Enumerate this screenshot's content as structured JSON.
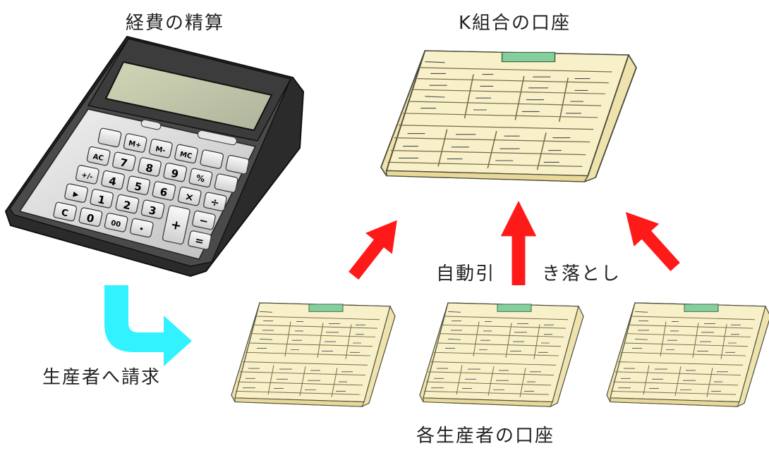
{
  "labels": {
    "calculator_title": "経費の精算",
    "k_union_account": "K組合の口座",
    "auto_debit_part1": "自動引",
    "auto_debit_part2": "き落とし",
    "bill_producers": "生産者へ請求",
    "producer_accounts": "各生産者の口座"
  },
  "calculator": {
    "keys": {
      "m_plus": "M+",
      "m_minus": "M-",
      "mc": "MC",
      "ac": "AC",
      "k7": "7",
      "k8": "8",
      "k9": "9",
      "k4": "4",
      "k5": "5",
      "k6": "6",
      "k1": "1",
      "k2": "2",
      "k3": "3",
      "k0": "0",
      "k00": "00",
      "c": "C",
      "pm": "+/-",
      "play": "▶",
      "pct": "%",
      "mul": "×",
      "div": "÷",
      "minus": "−",
      "plus": "+",
      "dot": "•",
      "eq": "="
    }
  },
  "colors": {
    "arrow_red": "#ff1a1a",
    "arrow_cyan": "#33f2ff",
    "passbook_paper": "#f7efc4",
    "passbook_label": "#7fcf9a",
    "calculator_body": "#3a3a3a",
    "calculator_display": "#c7ccb0"
  }
}
